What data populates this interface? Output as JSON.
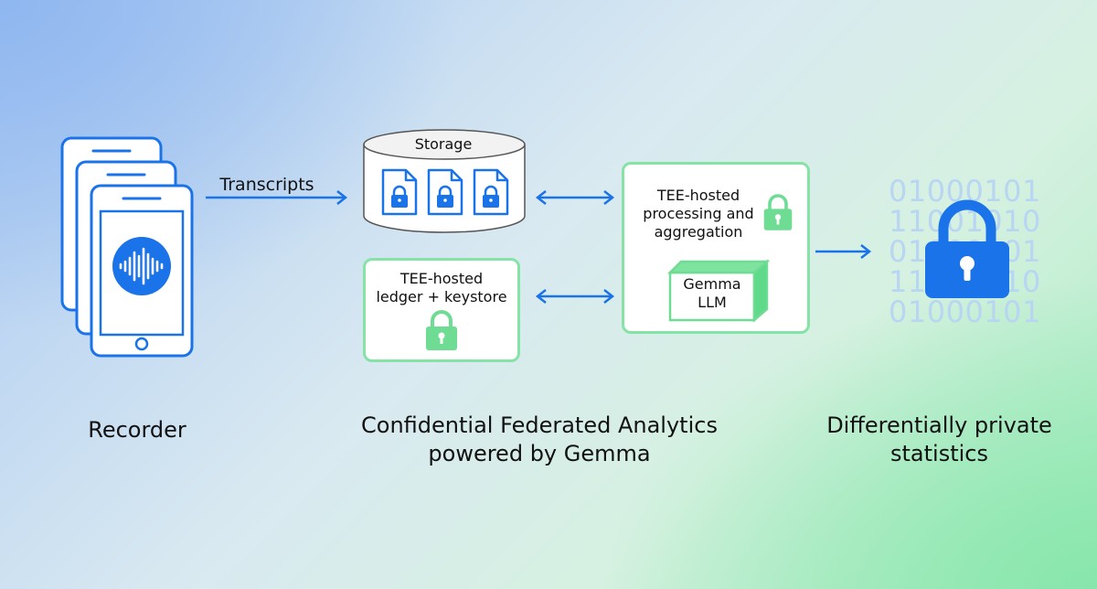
{
  "recorder": {
    "label": "Recorder"
  },
  "edge_transcripts": {
    "label": "Transcripts"
  },
  "storage": {
    "title": "Storage"
  },
  "ledger": {
    "title": "TEE-hosted\nledger + keystore"
  },
  "processing": {
    "title": "TEE-hosted\nprocessing and\naggregation",
    "model": "Gemma\nLLM"
  },
  "output": {
    "bits": [
      "01000101",
      "11001010",
      "01000101",
      "11001010",
      "01000101"
    ],
    "label": "Differentially private\nstatistics"
  },
  "section_labels": {
    "cfa": "Confidential Federated Analytics\npowered by Gemma"
  },
  "colors": {
    "blue": "#1a73e8",
    "green": "#86e3a6",
    "lock_green": "#6fdc93",
    "bits": "#b8d5f2"
  }
}
